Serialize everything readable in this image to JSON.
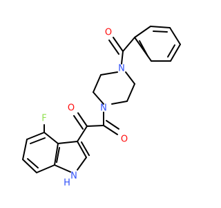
{
  "molecule": {
    "colors": {
      "bond": "#000000",
      "carbon": "#000000",
      "oxygen": "#ff0d0d",
      "nitrogen": "#3050f8",
      "fluorine": "#90e050"
    },
    "labels": {
      "o_benzoyl": "O",
      "n_piperazine_top": "N",
      "n_piperazine_bottom": "N",
      "o_amide": "O",
      "o_ketone": "O",
      "f_indole": "F",
      "nh_indole": "H"
    },
    "nh_nitrogen_label": "N"
  }
}
